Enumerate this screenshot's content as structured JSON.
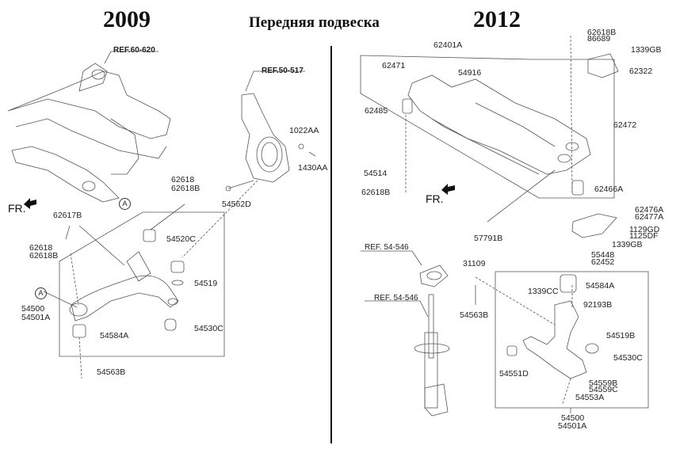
{
  "header": {
    "left_year": "2009",
    "title": "Передняя подвеска",
    "right_year": "2012"
  },
  "left_diagram": {
    "references": [
      "REF.60-620",
      "REF.50-517"
    ],
    "fr_label": "FR.",
    "marker": "A",
    "parts": {
      "p62618_top": "62618",
      "p62618B_top": "62618B",
      "p1022AA": "1022AA",
      "p1430AA": "1430AA",
      "p54562D": "54562D",
      "p62617B": "62617B",
      "p54520C": "54520C",
      "p62618_mid": "62618",
      "p62618B_mid": "62618B",
      "p54519": "54519",
      "p54500": "54500",
      "p54501A": "54501A",
      "p54530C": "54530C",
      "p54584A": "54584A",
      "p54563B": "54563B"
    }
  },
  "right_diagram": {
    "references": [
      "REF. 54-546",
      "REF. 54-546"
    ],
    "fr_label": "FR.",
    "parts": {
      "p62401A": "62401A",
      "p62618B_top": "62618B",
      "p86689": "86689",
      "p1339GB_top": "1339GB",
      "p62471": "62471",
      "p54916": "54916",
      "p62322": "62322",
      "p62485": "62485",
      "p62472": "62472",
      "p54514": "54514",
      "p62618B_left": "62618B",
      "p62466A": "62466A",
      "p62476A": "62476A",
      "p62477A": "62477A",
      "p1129GD": "1129GD",
      "p1125DF": "1125DF",
      "p57791B": "57791B",
      "p1339GB_mid": "1339GB",
      "p55448": "55448",
      "p62452": "62452",
      "p31109": "31109",
      "p54584A": "54584A",
      "p1339CC": "1339CC",
      "p92193B": "92193B",
      "p54563B": "54563B",
      "p54519B": "54519B",
      "p54530C": "54530C",
      "p54551D": "54551D",
      "p54559B": "54559B",
      "p54559C": "54559C",
      "p54553A": "54553A",
      "p54500": "54500",
      "p54501A": "54501A"
    }
  }
}
